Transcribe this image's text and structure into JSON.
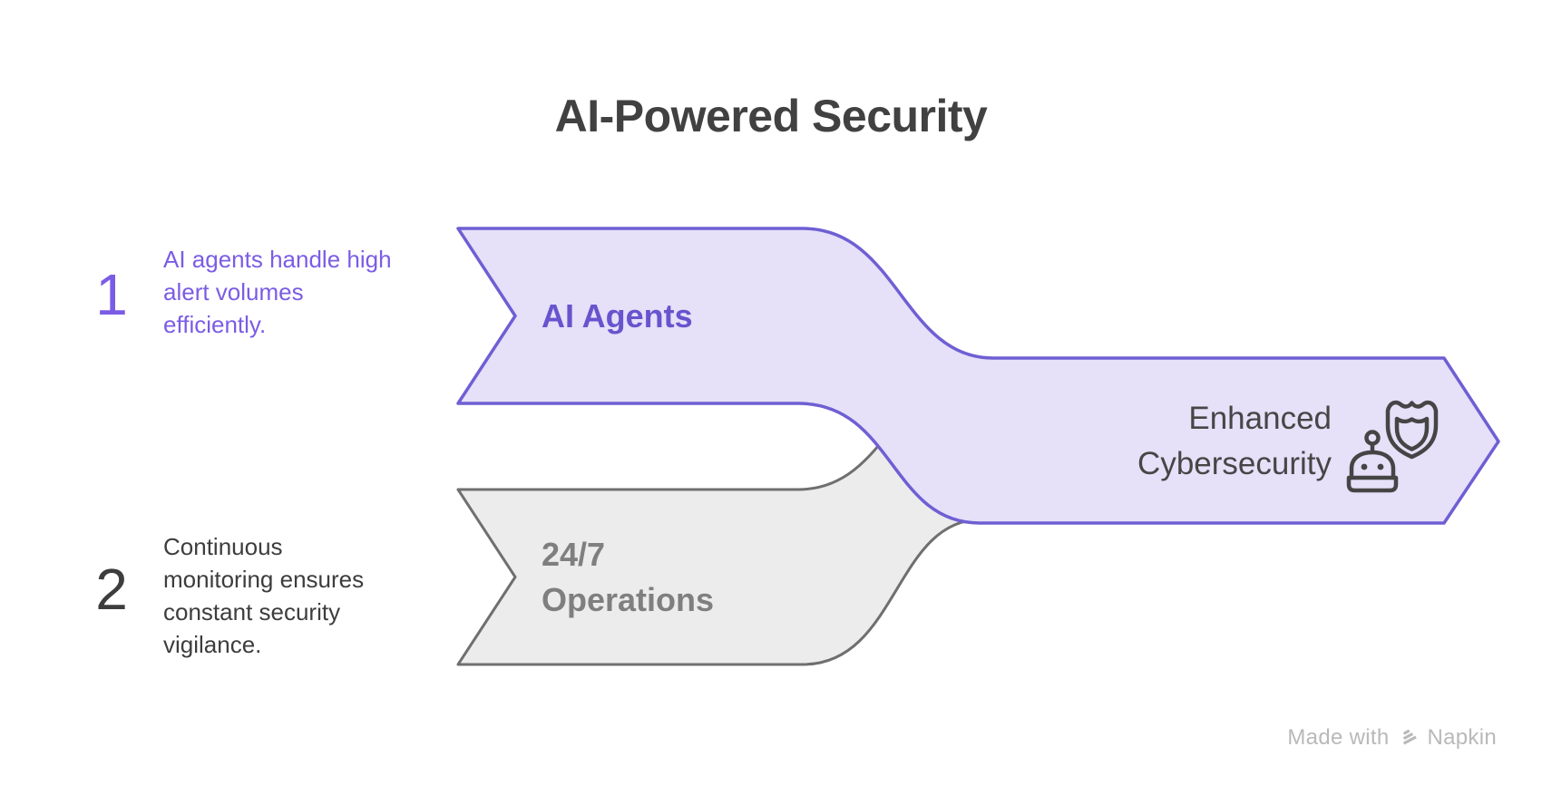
{
  "title": "AI-Powered Security",
  "steps": [
    {
      "number": "1",
      "description": "AI agents handle high alert volumes efficiently.",
      "label": "AI Agents"
    },
    {
      "number": "2",
      "description": "Continuous monitoring ensures constant security vigilance.",
      "label": "24/7 Operations"
    }
  ],
  "result": {
    "label": "Enhanced Cybersecurity",
    "icon": "robot-shield-icon"
  },
  "footer": {
    "prefix": "Made with",
    "brand": "Napkin"
  },
  "colors": {
    "purple_stroke": "#6E5FD4",
    "purple_fill": "#E6E0F8",
    "purple_text": "#6754CE",
    "step1_text": "#7B5CE5",
    "gray_stroke": "#6F6F6F",
    "gray_fill": "#ECECEC",
    "gray_text": "#7F7F7F",
    "dark_text": "#414141",
    "footer_text": "#B9B9B9"
  }
}
